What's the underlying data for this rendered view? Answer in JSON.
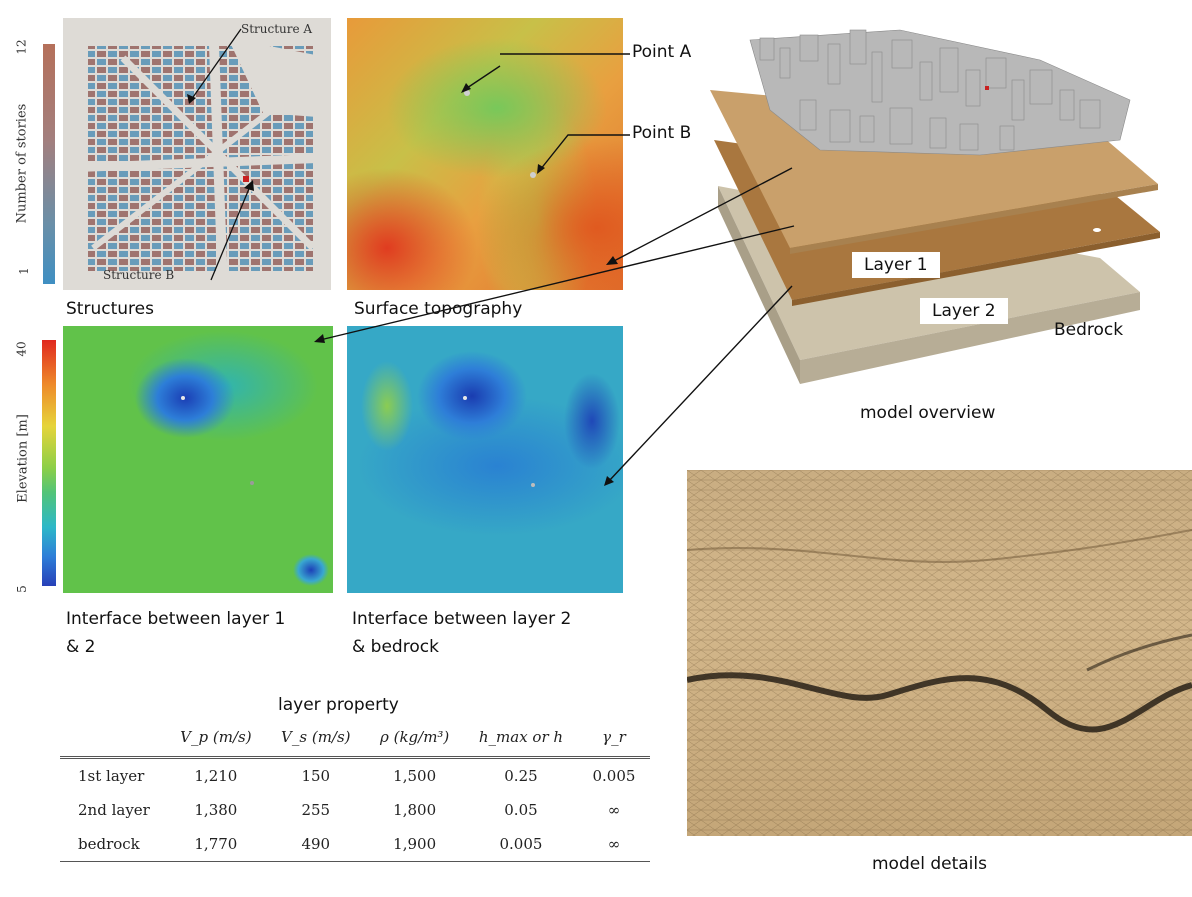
{
  "colorbars": {
    "stories": {
      "label": "Number of stories",
      "max": "12",
      "min": "1"
    },
    "elevation": {
      "label": "Elevation [m]",
      "max": "40",
      "min": "5"
    }
  },
  "panels": {
    "structures": {
      "caption": "Structures",
      "structure_a": "Structure A",
      "structure_b": "Structure B"
    },
    "surface": {
      "caption": "Surface topography",
      "point_a": "Point A",
      "point_b": "Point B"
    },
    "interface1": {
      "caption_line1": "Interface between layer 1",
      "caption_line2": "& 2"
    },
    "interface2": {
      "caption_line1": "Interface between layer 2",
      "caption_line2": "& bedrock"
    }
  },
  "overview": {
    "caption": "model overview",
    "layer1": "Layer 1",
    "layer2": "Layer 2",
    "bedrock": "Bedrock"
  },
  "details": {
    "caption": "model details"
  },
  "table": {
    "title": "layer property",
    "headers": [
      "V_p (m/s)",
      "V_s (m/s)",
      "ρ (kg/m³)",
      "h_max or h",
      "γ_r"
    ],
    "rows": [
      {
        "name": "1st layer",
        "cells": [
          "1,210",
          "150",
          "1,500",
          "0.25",
          "0.005"
        ]
      },
      {
        "name": "2nd layer",
        "cells": [
          "1,380",
          "255",
          "1,800",
          "0.05",
          "∞"
        ]
      },
      {
        "name": "bedrock",
        "cells": [
          "1,770",
          "490",
          "1,900",
          "0.005",
          "∞"
        ]
      }
    ]
  },
  "colors": {
    "layer1": "#c9a06b",
    "layer2": "#a9773f",
    "bedrock": "#c7bca4",
    "mesh": "#c4a678",
    "buildings": "#b0b0b0"
  }
}
